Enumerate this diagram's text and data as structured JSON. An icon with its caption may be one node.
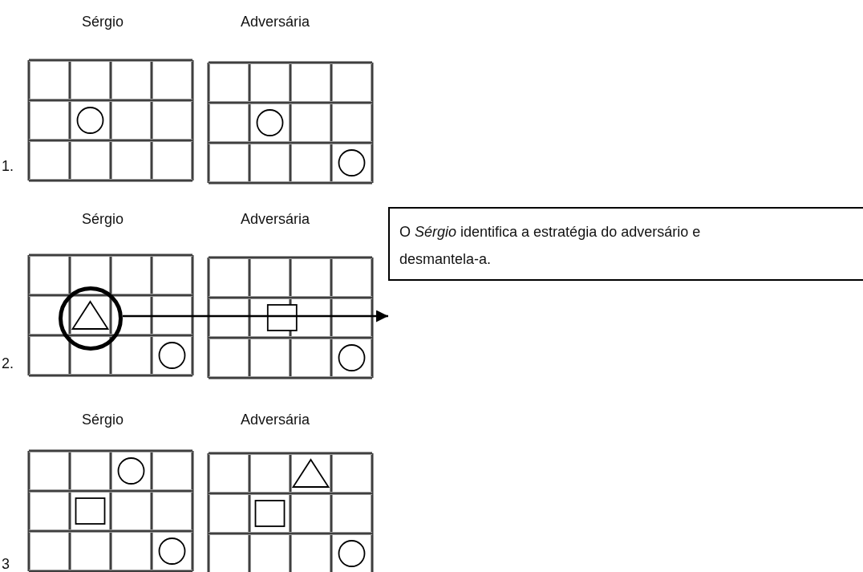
{
  "diagram": {
    "nodes": [
      {
        "text": [],
        "shape": "circle"
      },
      {
        "text": [
          "O *Sérgio* identifica a estratégia do adversário e desmantela-a."
        ]
      }
    ],
    "edges": [
      {
        "from": 0,
        "to": 1,
        "arrow": "to"
      }
    ],
    "labels": [
      "Sérgio",
      "Adversária",
      "1.",
      "Sérgio",
      "Adversária",
      "2.",
      "Sérgio",
      "Adversária",
      "3"
    ]
  }
}
